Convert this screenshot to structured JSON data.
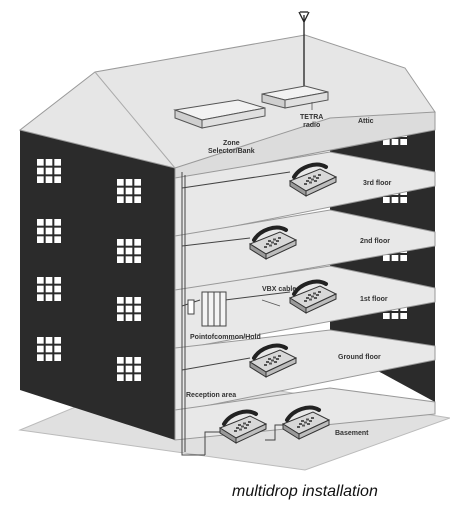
{
  "labels": {
    "attic_device_left": "Zone\nSelector/Bank",
    "tetra_box": "TETRA\nradio",
    "attic": "Attic",
    "floor_3": "3rd floor",
    "floor_2": "2nd floor",
    "vox_cable": "VBX cable",
    "floor_1": "1st floor",
    "switchboard": "Pointofcommon/Hold",
    "ground_floor": "Ground floor",
    "reception": "Reception area",
    "basement": "Basement"
  },
  "caption": "multidrop installation",
  "colors": {
    "wall_dark": "#2b2b2b",
    "floor_slab": "#dcdcdc",
    "roof": "#e6e6e6",
    "ground": "#e0e0e0",
    "window": "#ffffff"
  }
}
